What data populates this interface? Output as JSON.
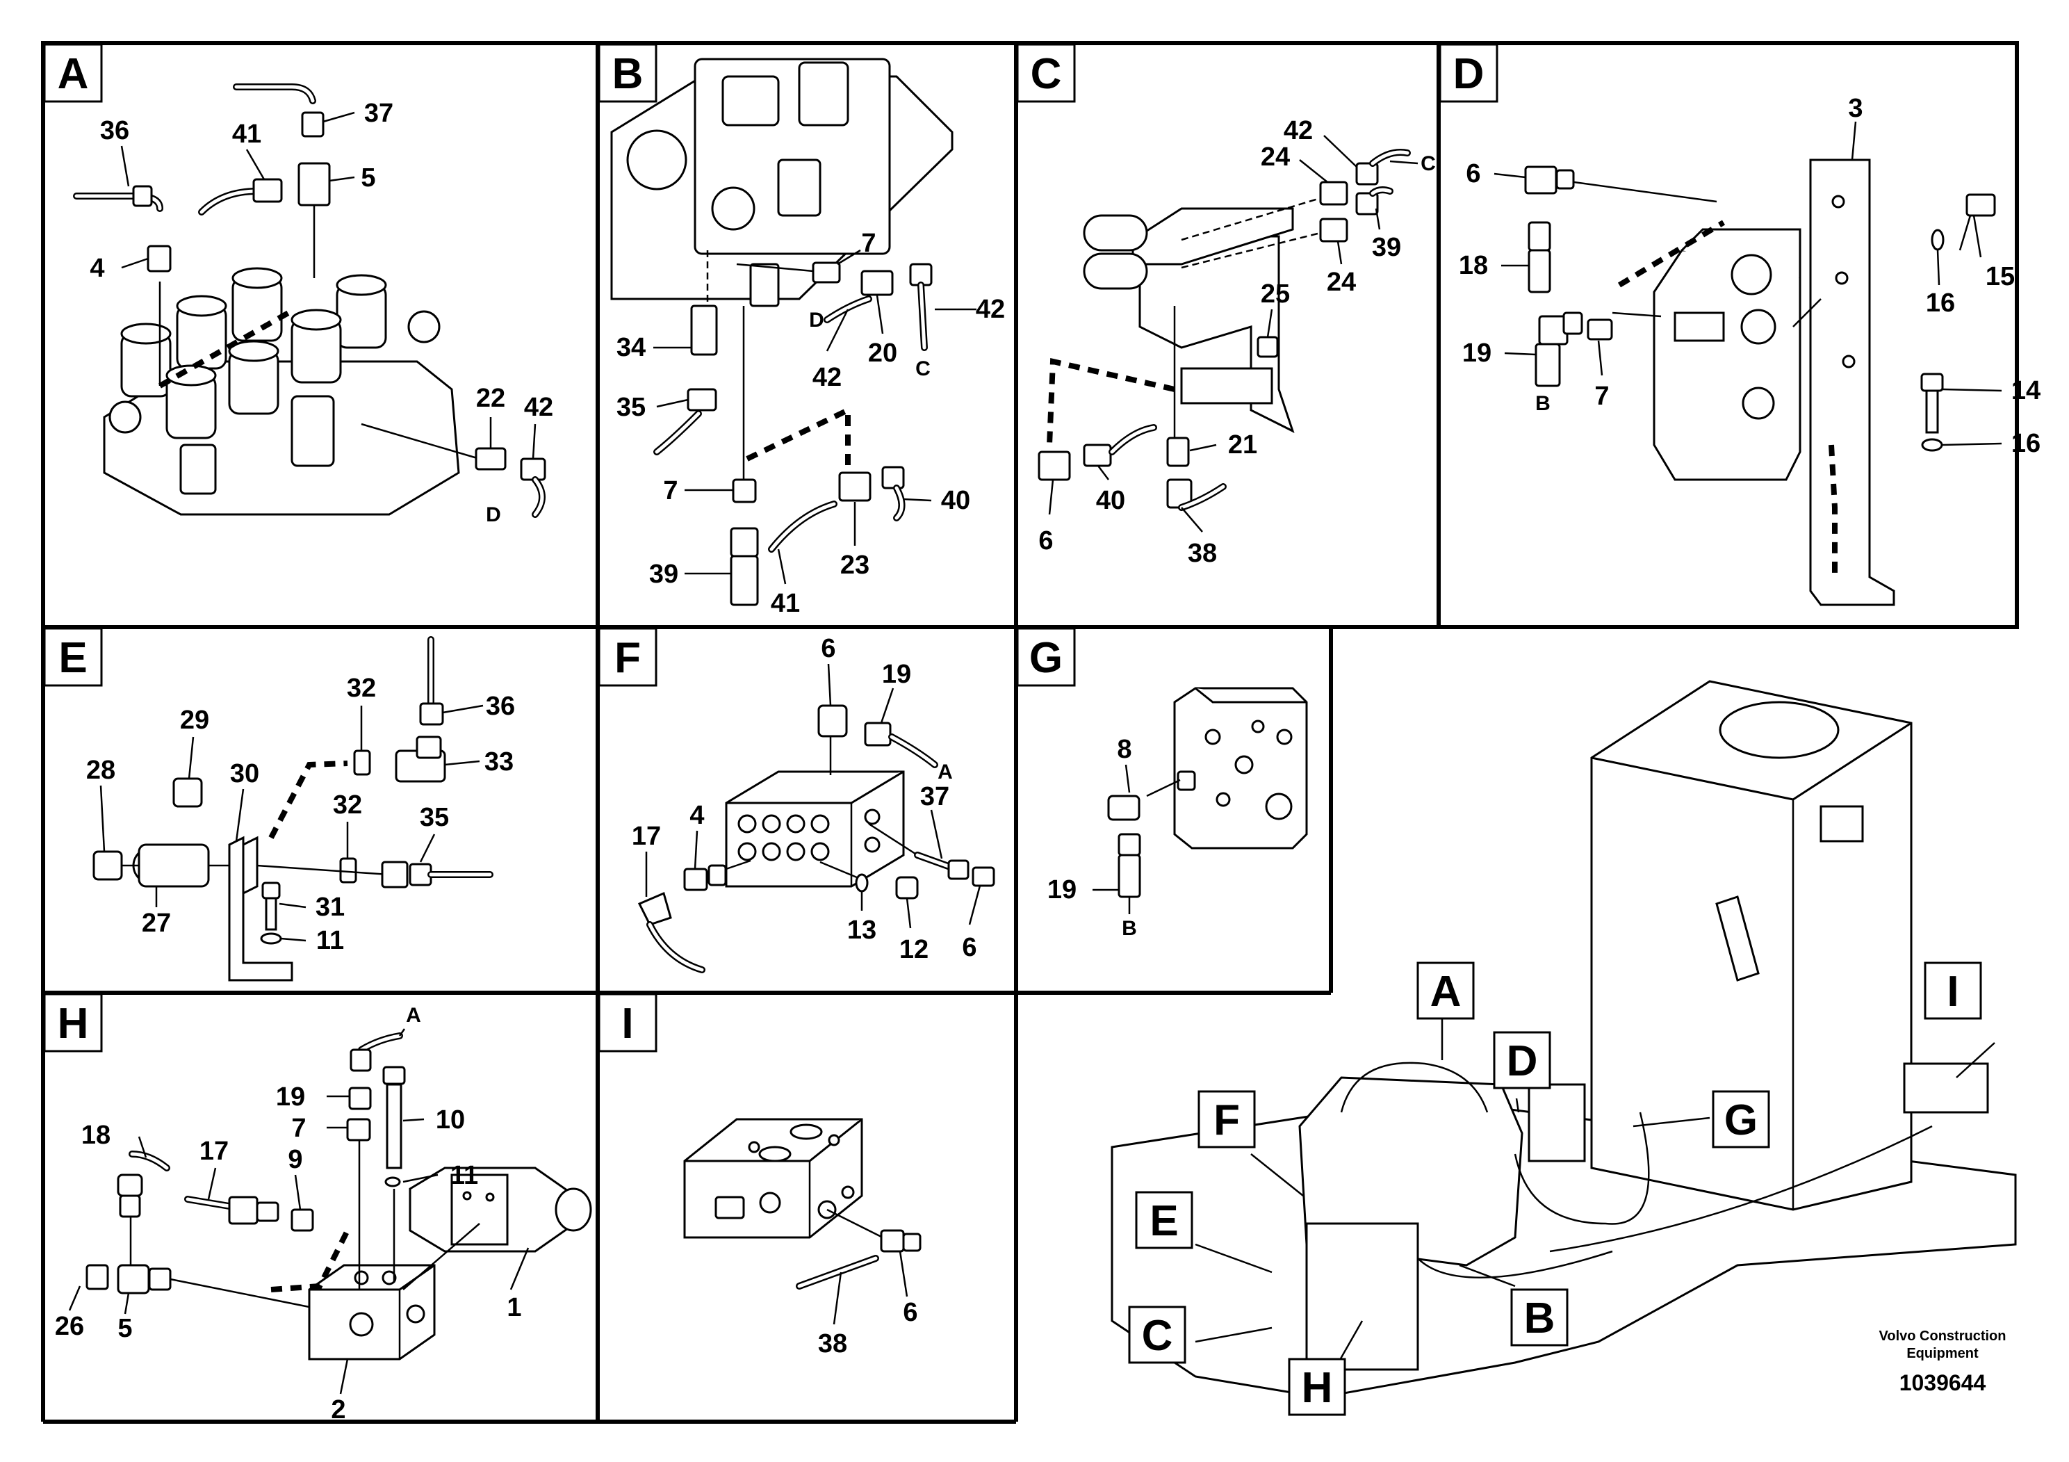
{
  "panels": [
    {
      "letter": "A",
      "labels": [
        "36",
        "41",
        "37",
        "5",
        "4",
        "22",
        "42",
        "D"
      ]
    },
    {
      "letter": "B",
      "labels": [
        "7",
        "42",
        "34",
        "D",
        "20",
        "C",
        "35",
        "42",
        "7",
        "40",
        "39",
        "41",
        "23"
      ]
    },
    {
      "letter": "C",
      "labels": [
        "42",
        "24",
        "C",
        "39",
        "24",
        "25",
        "21",
        "40",
        "6",
        "38"
      ]
    },
    {
      "letter": "D",
      "labels": [
        "3",
        "6",
        "15",
        "18",
        "16",
        "19",
        "7",
        "B",
        "14",
        "16"
      ]
    },
    {
      "letter": "E",
      "labels": [
        "32",
        "36",
        "29",
        "33",
        "28",
        "30",
        "32",
        "35",
        "31",
        "11",
        "27"
      ]
    },
    {
      "letter": "F",
      "labels": [
        "6",
        "19",
        "A",
        "37",
        "17",
        "4",
        "13",
        "12",
        "6"
      ]
    },
    {
      "letter": "G",
      "labels": [
        "8",
        "19",
        "B"
      ]
    },
    {
      "letter": "H",
      "labels": [
        "A",
        "19",
        "10",
        "7",
        "18",
        "17",
        "11",
        "9",
        "26",
        "5",
        "1",
        "2"
      ]
    },
    {
      "letter": "I",
      "labels": [
        "6",
        "38"
      ]
    }
  ],
  "overview_callouts": [
    "A",
    "D",
    "I",
    "F",
    "G",
    "E",
    "C",
    "B",
    "H"
  ],
  "footer": {
    "brand_line1": "Volvo Construction",
    "brand_line2": "Equipment",
    "doc_number": "1039644"
  }
}
